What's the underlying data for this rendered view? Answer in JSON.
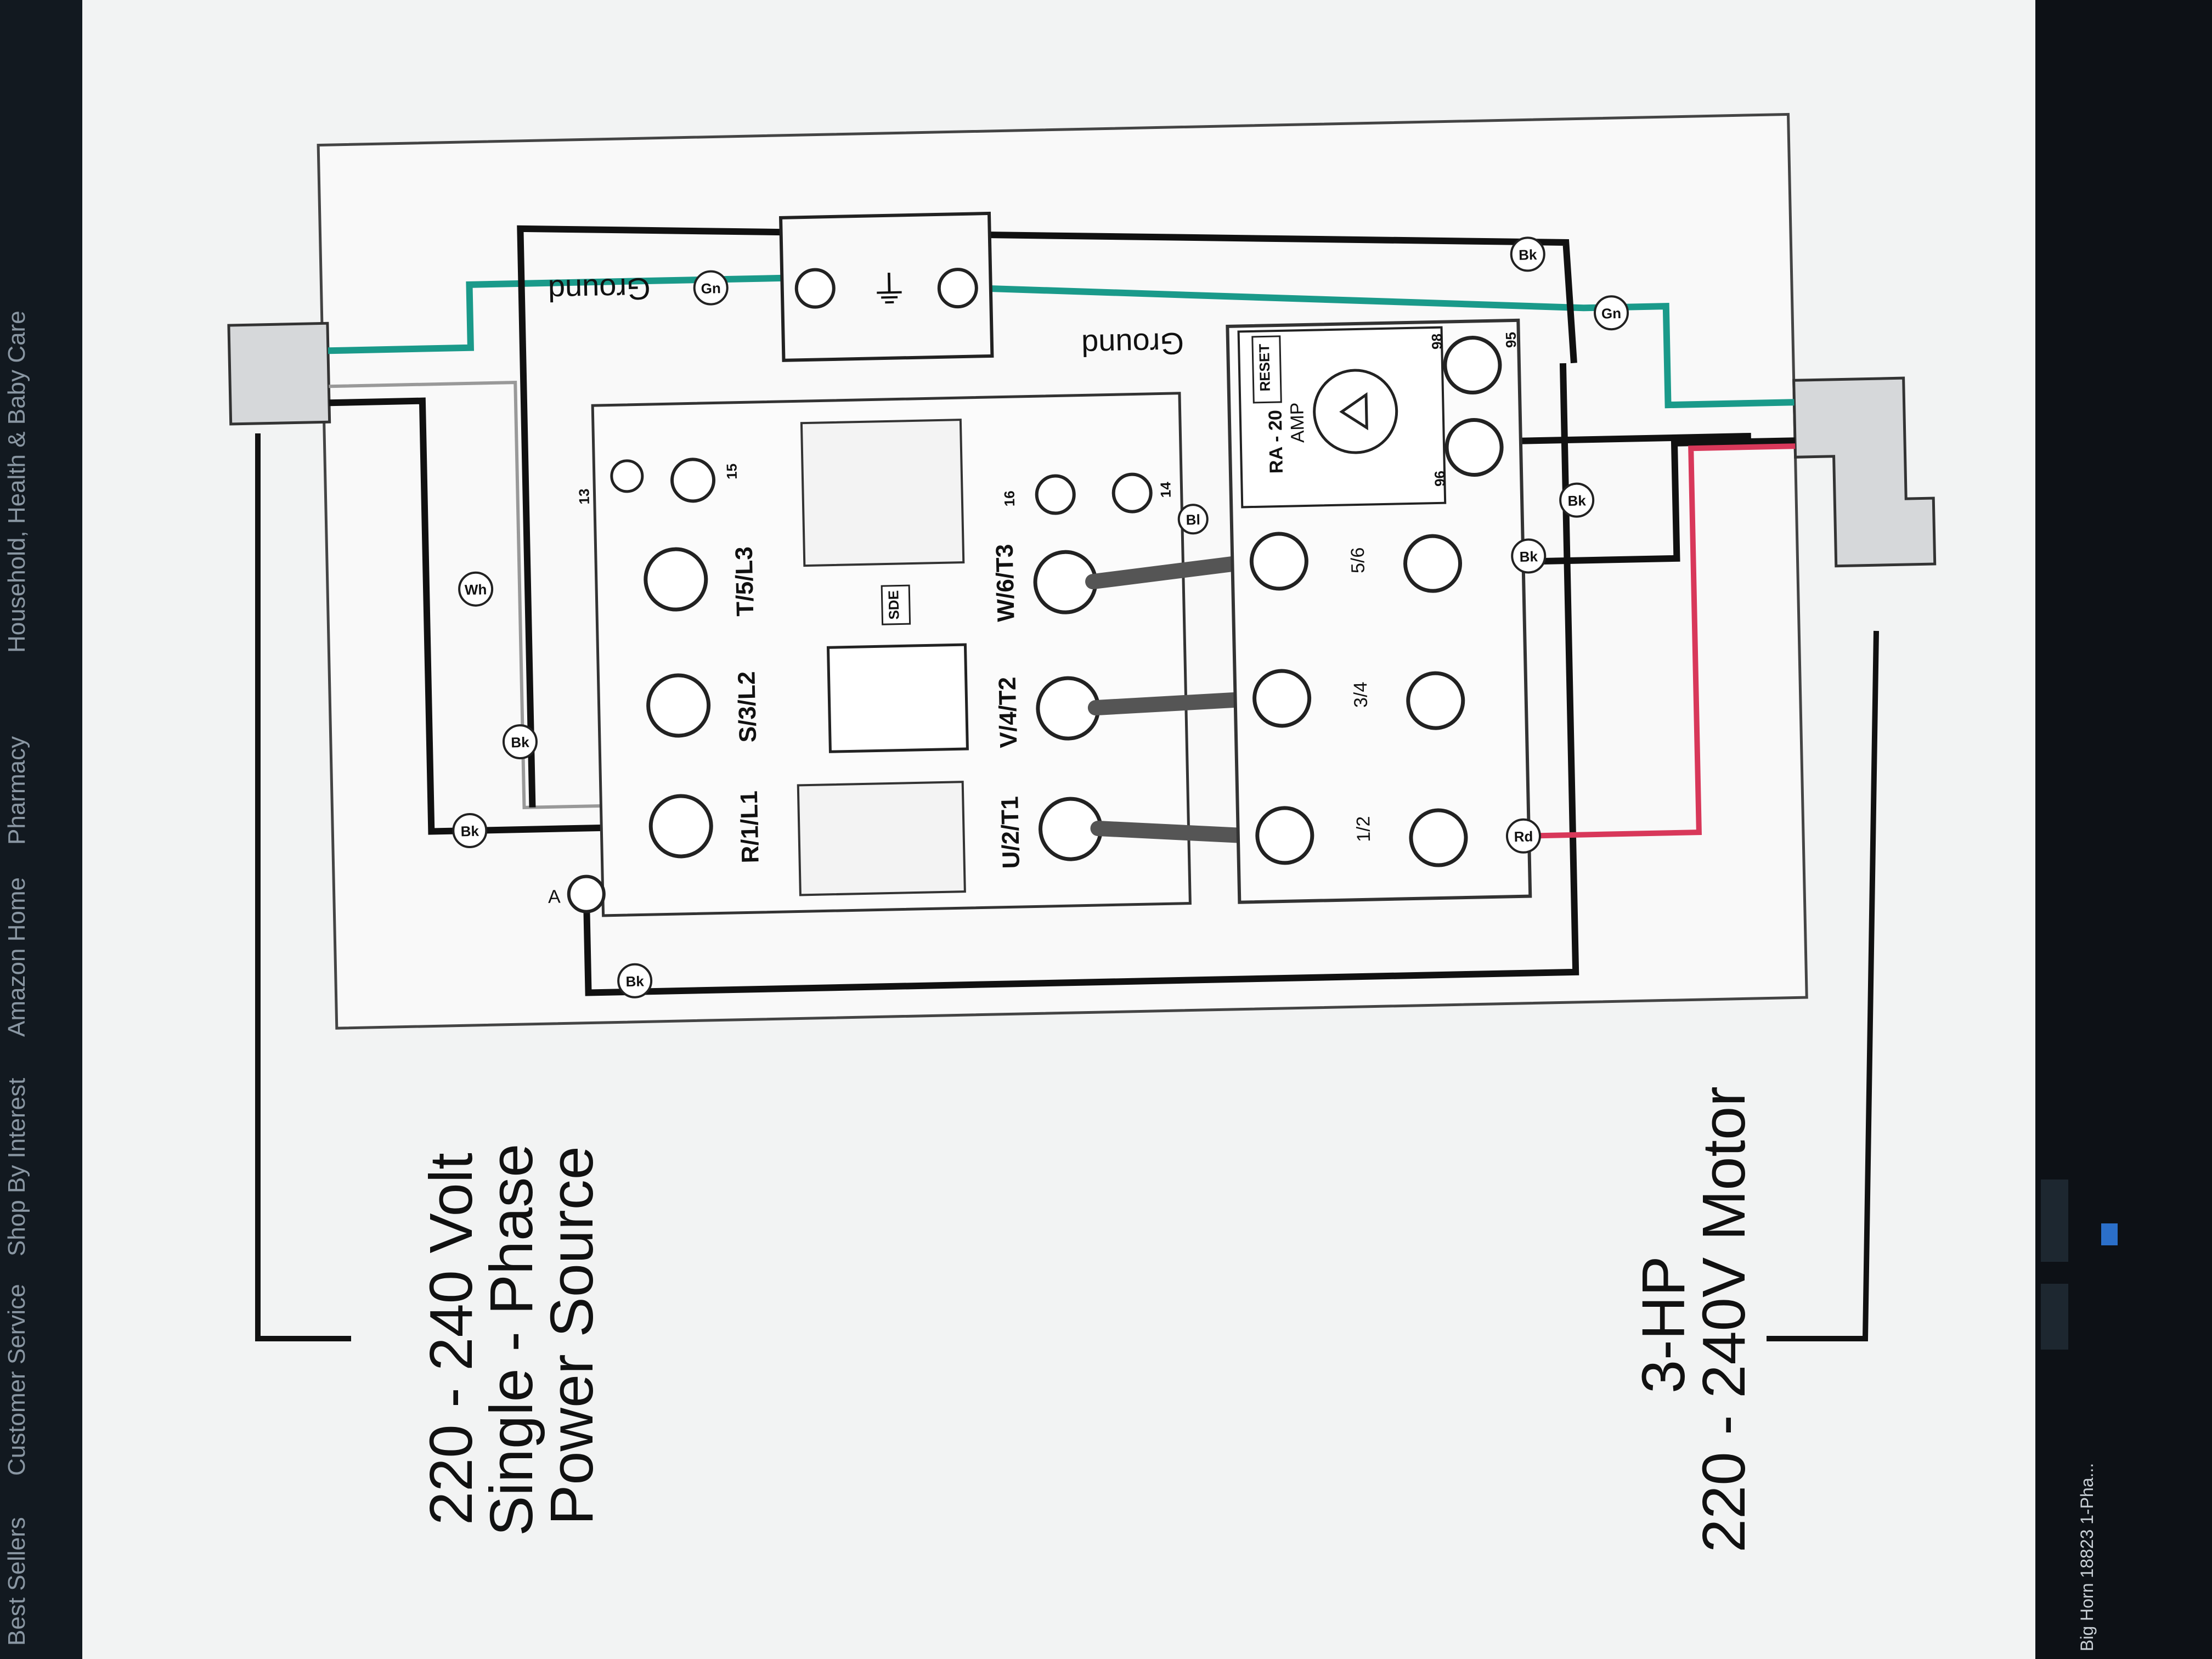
{
  "browser_nav": {
    "items": [
      "Best Sellers",
      "Customer Service",
      "Shop By Interest",
      "Amazon Home",
      "Pharmacy",
      "Household, Health & Baby Care"
    ]
  },
  "taskbar": {
    "window_title": "Big Horn 18823 1-Pha..."
  },
  "diagram": {
    "power_source_label": [
      "220 - 240 Volt",
      "Single - Phase",
      "Power Source"
    ],
    "motor_label": [
      "3-HP",
      "220 - 240V Motor"
    ],
    "ground_labels": [
      "Ground",
      "Ground"
    ],
    "contactor_line_terminals": [
      "R/1/L1",
      "S/3/L2",
      "T/5/L3"
    ],
    "contactor_load_terminals": [
      "U/2/T1",
      "V/4/T2",
      "W/6/T3"
    ],
    "overload_terminals": [
      "1/2",
      "3/4",
      "5/6"
    ],
    "overload_relay": [
      "RA - 20",
      "AMP"
    ],
    "reset_label": "RESET",
    "sde_label": "SDE",
    "aux_contacts": [
      "13",
      "14",
      "15",
      "16",
      "95",
      "96",
      "98"
    ],
    "terminal_a": "A",
    "wire_tags": [
      "Bk",
      "Gn",
      "Wh",
      "Rd",
      "Bl"
    ]
  },
  "colors": {
    "ground_wire": "#1a9a8a",
    "hot_wire_red": "#d8385a",
    "wire_black": "#111111",
    "page_bg": "#f4f5f5",
    "screen_dark": "#101418"
  }
}
